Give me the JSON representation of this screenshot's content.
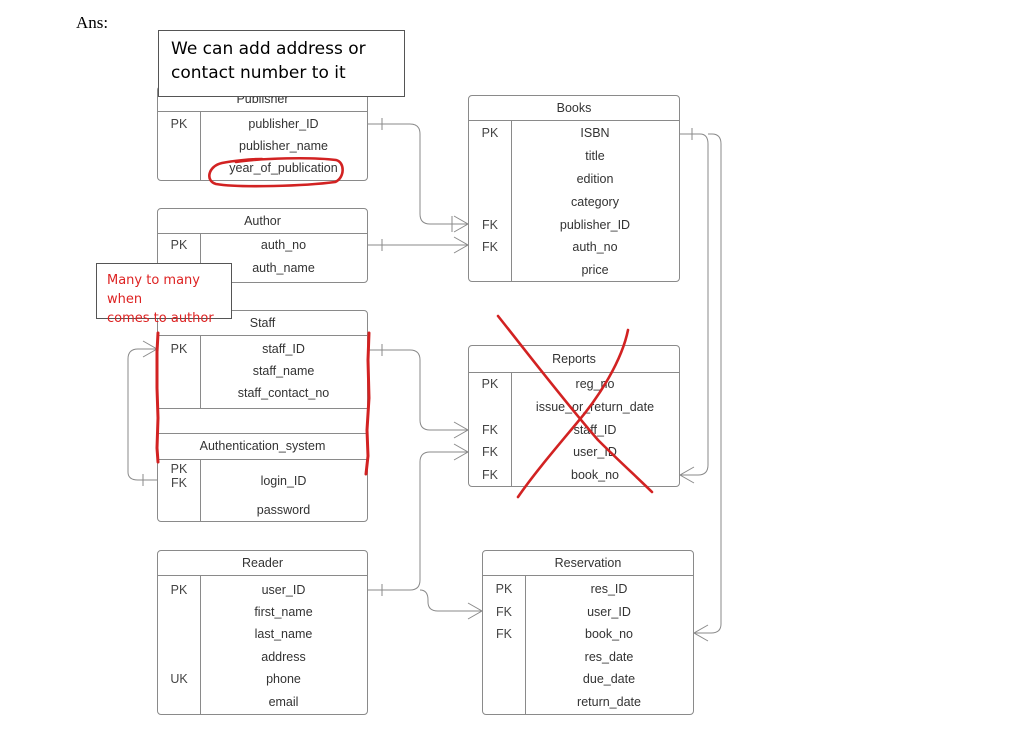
{
  "header": {
    "label": "Ans:"
  },
  "notes": {
    "top_line1": "We can add address or",
    "top_line2": "contact number to it",
    "side_line1": "Many to many when",
    "side_line2": "comes to author"
  },
  "entities": {
    "publisher": {
      "title": "Publisher",
      "rows": [
        {
          "key": "PK",
          "field": "publisher_ID"
        },
        {
          "key": "",
          "field": "publisher_name"
        },
        {
          "key": "",
          "field": "year_of_publication"
        }
      ]
    },
    "author": {
      "title": "Author",
      "rows": [
        {
          "key": "PK",
          "field": "auth_no"
        },
        {
          "key": "",
          "field": "auth_name"
        }
      ]
    },
    "staff": {
      "title": "Staff",
      "rows": [
        {
          "key": "PK",
          "field": "staff_ID"
        },
        {
          "key": "",
          "field": "staff_name"
        },
        {
          "key": "",
          "field": "staff_contact_no"
        }
      ],
      "sub_title": "Authentication_system",
      "sub_rows": [
        {
          "key": "PK",
          "field": "login_ID"
        },
        {
          "key": "FK",
          "field": ""
        },
        {
          "key": "",
          "field": "password"
        }
      ]
    },
    "reader": {
      "title": "Reader",
      "rows": [
        {
          "key": "PK",
          "field": "user_ID"
        },
        {
          "key": "",
          "field": "first_name"
        },
        {
          "key": "",
          "field": "last_name"
        },
        {
          "key": "",
          "field": "address"
        },
        {
          "key": "UK",
          "field": "phone"
        },
        {
          "key": "",
          "field": "email"
        }
      ]
    },
    "books": {
      "title": "Books",
      "rows": [
        {
          "key": "PK",
          "field": "ISBN"
        },
        {
          "key": "",
          "field": "title"
        },
        {
          "key": "",
          "field": "edition"
        },
        {
          "key": "",
          "field": "category"
        },
        {
          "key": "FK",
          "field": "publisher_ID"
        },
        {
          "key": "FK",
          "field": "auth_no"
        },
        {
          "key": "",
          "field": "price"
        }
      ]
    },
    "reports": {
      "title": "Reports",
      "rows": [
        {
          "key": "PK",
          "field": "reg_no"
        },
        {
          "key": "",
          "field": "issue_or_return_date"
        },
        {
          "key": "FK",
          "field": "staff_ID"
        },
        {
          "key": "FK",
          "field": "user_ID"
        },
        {
          "key": "FK",
          "field": "book_no"
        }
      ]
    },
    "reservation": {
      "title": "Reservation",
      "rows": [
        {
          "key": "PK",
          "field": "res_ID"
        },
        {
          "key": "FK",
          "field": "user_ID"
        },
        {
          "key": "FK",
          "field": "book_no"
        },
        {
          "key": "",
          "field": "res_date"
        },
        {
          "key": "",
          "field": "due_date"
        },
        {
          "key": "",
          "field": "return_date"
        }
      ]
    }
  },
  "colors": {
    "annotation": "#d22222",
    "line": "#8a8a8a"
  }
}
